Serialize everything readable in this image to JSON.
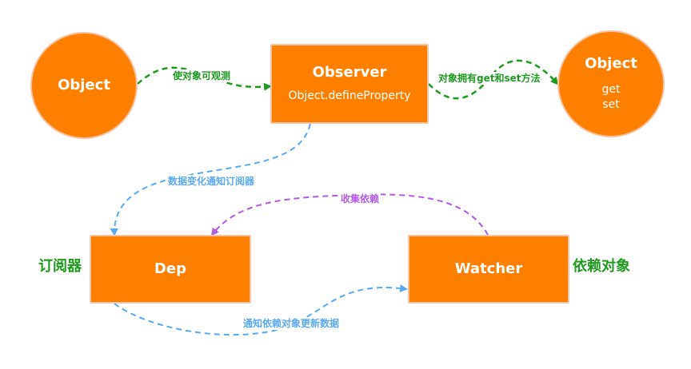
{
  "nodes": {
    "object_left": {
      "title": "Object"
    },
    "observer": {
      "title": "Observer",
      "subtitle": "Object.defineProperty"
    },
    "object_right": {
      "title": "Object",
      "line1": "get",
      "line2": "set"
    },
    "dep": {
      "title": "Dep"
    },
    "watcher": {
      "title": "Watcher"
    }
  },
  "edges": {
    "observe": "使对象可观测",
    "has_get_set": "对象拥有get和set方法",
    "notify_dep": "数据变化通知订阅器",
    "collect_deps": "收集依赖",
    "notify_watcher": "通知依赖对象更新数据"
  },
  "side_labels": {
    "dep": "订阅器",
    "watcher": "依赖对象"
  },
  "colors": {
    "node_fill": "#ff8000",
    "node_border": "#f6c3a4",
    "green": "#1e9a1e",
    "blue": "#5aaaf2",
    "purple": "#b05ae6"
  }
}
